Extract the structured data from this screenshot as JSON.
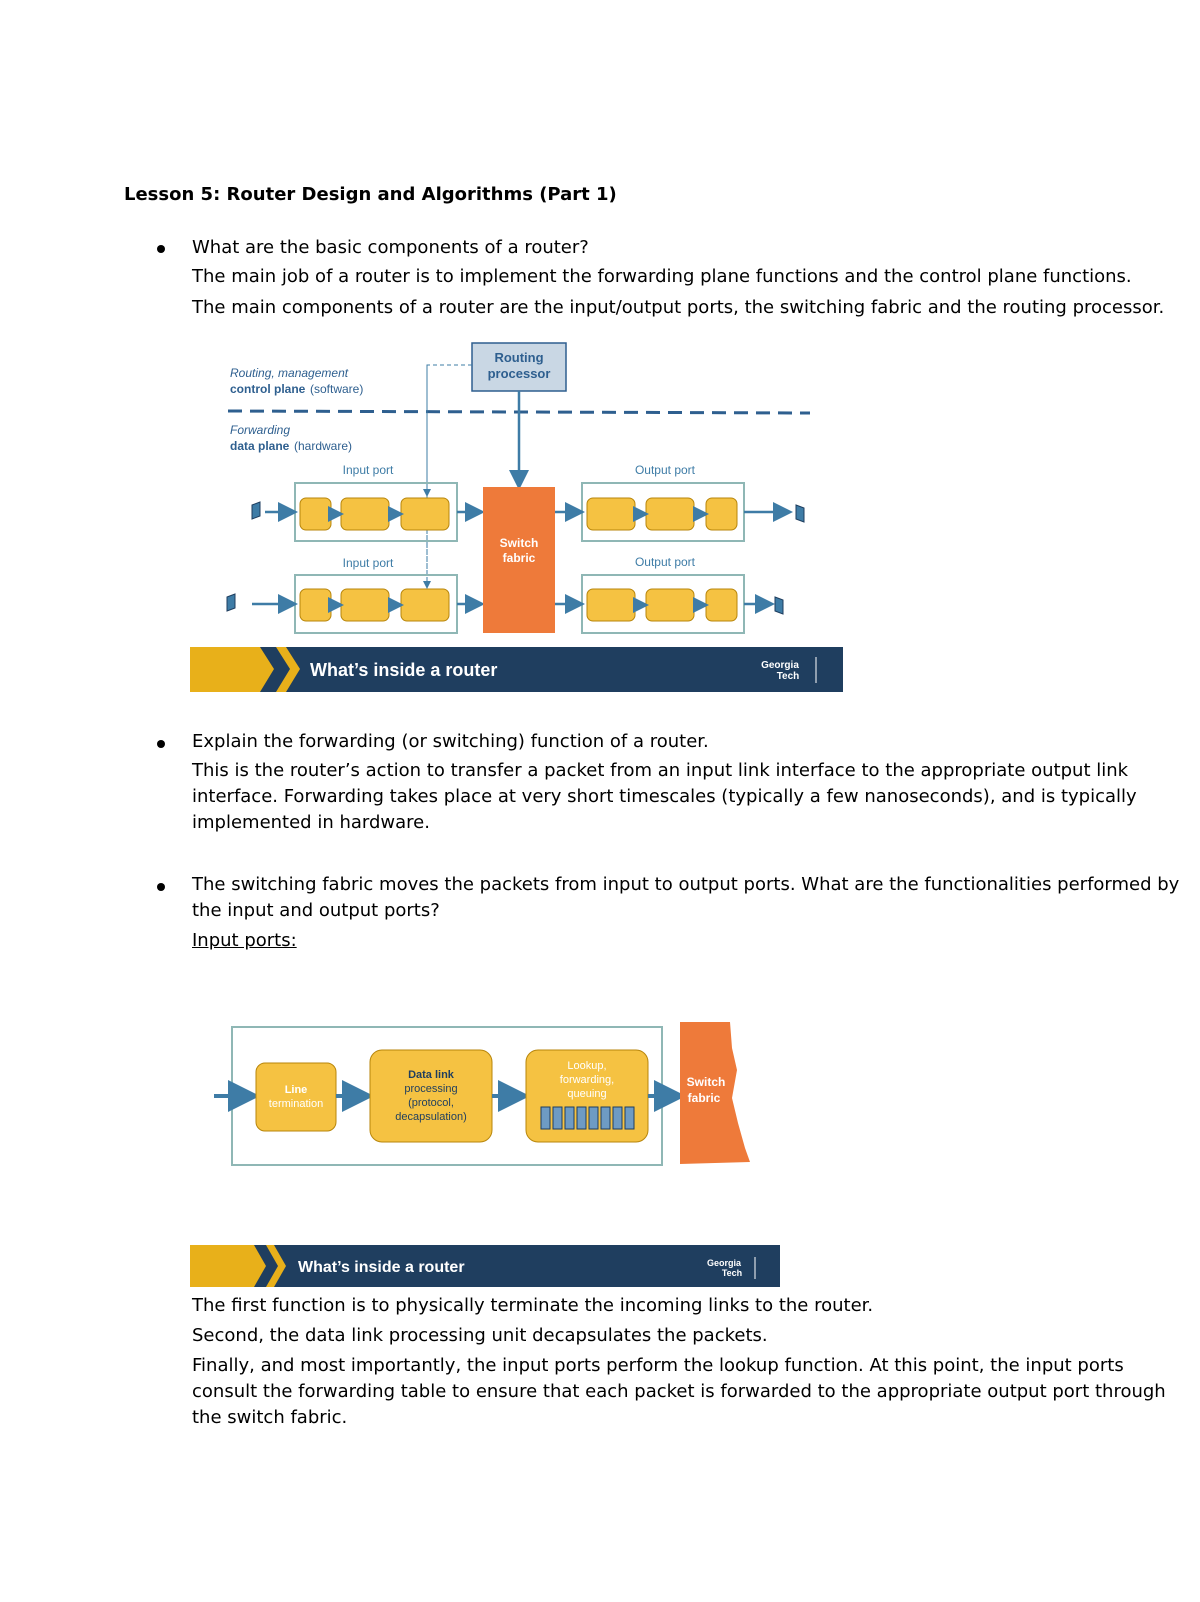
{
  "document": {
    "title": "Lesson 5: Router Design and Algorithms (Part 1)",
    "q1": {
      "question": "What are the basic components of a router?",
      "answer_line1": "The main job of a router is to implement the forwarding plane functions and the control plane functions.",
      "answer_line2": "The main components of a router are the input/output ports, the switching fabric and the routing processor."
    },
    "figure1": {
      "routing_processor": [
        "Routing",
        "processor"
      ],
      "control_plane": [
        "Routing, management",
        "control plane",
        "(software)"
      ],
      "data_plane": [
        "Forwarding",
        "data plane",
        "(hardware)"
      ],
      "input_port": "Input port",
      "output_port": "Output port",
      "switch_fabric": [
        "Switch",
        "fabric"
      ],
      "banner": "What’s inside a router",
      "logo": [
        "Georgia",
        "Tech"
      ]
    },
    "q2": {
      "question": "Explain the forwarding (or switching) function of a router.",
      "answer_lines": [
        "This is the router’s action to transfer a packet from an input link interface to the appropriate output link",
        "interface. Forwarding takes place at very short timescales (typically a few nanoseconds), and is typically",
        "implemented in hardware."
      ]
    },
    "q3": {
      "question_lines": [
        "The switching fabric moves the packets from input to output ports. What are the functionalities performed by",
        "the input and output ports?"
      ],
      "input_ports_heading": "Input ports:"
    },
    "figure2": {
      "line_termination": [
        "Line",
        "termination"
      ],
      "data_link": [
        "Data link",
        "processing",
        "(protocol,",
        "decapsulation)"
      ],
      "lookup": [
        "Lookup,",
        "forwarding,",
        "queuing"
      ],
      "switch_fabric": [
        "Switch",
        "fabric"
      ],
      "banner": "What’s inside a router",
      "logo": [
        "Georgia",
        "Tech"
      ]
    },
    "input_port_functions": [
      "The first function is to physically terminate the incoming links to the router.",
      "Second, the data link processing unit decapsulates the packets.",
      "Finally, and most importantly, the input ports perform the lookup function. At this point, the input ports",
      "consult the forwarding table to ensure that each packet is forwarded to the appropriate output port through",
      "the switch fabric."
    ]
  },
  "colors": {
    "box_fill": "#F5C242",
    "box_stroke": "#B8860B",
    "port_stroke": "#8FB7B5",
    "arrow": "#3E7CA6",
    "switch_fabric": "#EE7A3A",
    "banner_navy": "#1F3E5F",
    "banner_gold": "#E8B01A",
    "dashed_blue": "#2E5F8F"
  }
}
